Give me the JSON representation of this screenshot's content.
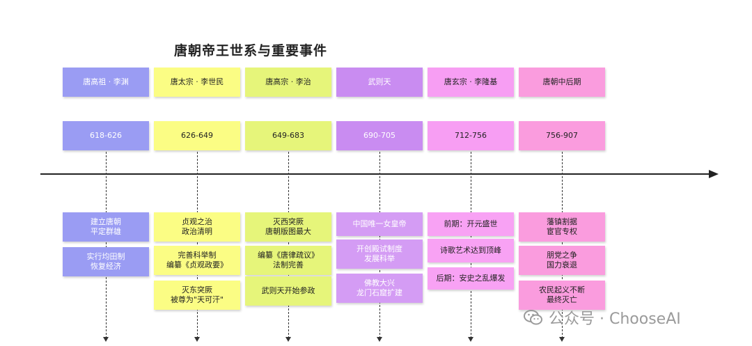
{
  "title": "唐朝帝王世系与重要事件",
  "emperors": [
    {
      "name": "唐高祖 · 李渊",
      "years": "618-626",
      "color": "c1",
      "events": [
        "建立唐朝\n平定群雄",
        "实行均田制\n恢复经济"
      ]
    },
    {
      "name": "唐太宗 · 李世民",
      "years": "626-649",
      "color": "c2",
      "events": [
        "贞观之治\n政治清明",
        "完善科举制\n编纂《贞观政要》",
        "灭东突厥\n被尊为\"天可汗\""
      ]
    },
    {
      "name": "唐高宗 · 李治",
      "years": "649-683",
      "color": "c3",
      "events": [
        "灭西突厥\n唐朝版图最大",
        "编纂《唐律疏议》\n法制完善",
        "武则天开始参政"
      ]
    },
    {
      "name": "武则天",
      "years": "690-705",
      "color": "c4",
      "events": [
        "中国唯一女皇帝",
        "开创殿试制度\n发展科举",
        "佛教大兴\n龙门石窟扩建"
      ]
    },
    {
      "name": "唐玄宗 · 李隆基",
      "years": "712-756",
      "color": "c5",
      "events": [
        "前期：开元盛世",
        "诗歌艺术达到顶峰",
        "后期：安史之乱爆发"
      ]
    },
    {
      "name": "唐朝中后期",
      "years": "756-907",
      "color": "c6",
      "events": [
        "藩镇割据\n宦官专权",
        "朋党之争\n国力衰退",
        "农民起义不断\n最终灭亡"
      ]
    }
  ],
  "watermark": "公众号 · ChooseAI"
}
